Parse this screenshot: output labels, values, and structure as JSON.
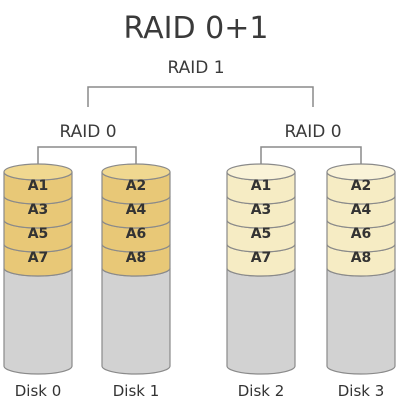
{
  "title": "RAID 0+1",
  "mirror_label": "RAID 1",
  "stripe_groups": [
    {
      "label": "RAID 0"
    },
    {
      "label": "RAID 0"
    }
  ],
  "disks": [
    {
      "name": "Disk 0",
      "blocks": [
        "A1",
        "A3",
        "A5",
        "A7"
      ],
      "shade": "dark"
    },
    {
      "name": "Disk 1",
      "blocks": [
        "A2",
        "A4",
        "A6",
        "A8"
      ],
      "shade": "dark"
    },
    {
      "name": "Disk 2",
      "blocks": [
        "A1",
        "A3",
        "A5",
        "A7"
      ],
      "shade": "light"
    },
    {
      "name": "Disk 3",
      "blocks": [
        "A2",
        "A4",
        "A6",
        "A8"
      ],
      "shade": "light"
    }
  ],
  "colors": {
    "dark_fill": "#e8c877",
    "dark_top": "#f0d890",
    "light_fill": "#f6ecc4",
    "light_top": "#faf3d8",
    "empty_fill": "#d2d2d2",
    "stroke": "#8a8a8a"
  }
}
